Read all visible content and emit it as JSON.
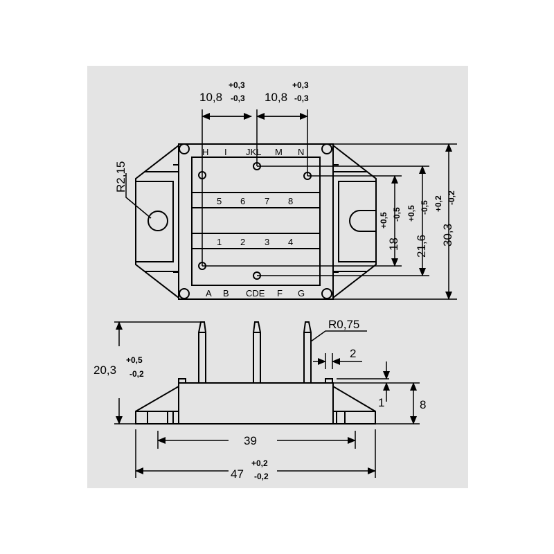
{
  "top_view": {
    "pin_letters_top": [
      "H",
      "I",
      "JKL",
      "M",
      "N"
    ],
    "pin_letters_bottom": [
      "A",
      "B",
      "CDE",
      "F",
      "G"
    ],
    "row_upper": [
      "5",
      "6",
      "7",
      "8"
    ],
    "row_lower": [
      "1",
      "2",
      "3",
      "4"
    ],
    "radius_label": "R2,15",
    "dim_pitch_1": {
      "value": "10,8",
      "plus": "+0,3",
      "minus": "-0,3"
    },
    "dim_pitch_2": {
      "value": "10,8",
      "plus": "+0,3",
      "minus": "-0,3"
    },
    "dim_18": {
      "value": "18",
      "plus": "+0,5",
      "minus": "-0,5"
    },
    "dim_21_6": {
      "value": "21,6",
      "plus": "+0,5",
      "minus": "-0,5"
    },
    "dim_30_3": {
      "value": "30,3",
      "plus": "+0,2",
      "minus": "-0,2"
    }
  },
  "side_view": {
    "dim_height": {
      "value": "20,3",
      "plus": "+0,5",
      "minus": "-0,2"
    },
    "pin_radius": "R0,75",
    "dim_2": "2",
    "dim_1": "1",
    "dim_8": "8",
    "dim_39": "39",
    "dim_47": {
      "value": "47",
      "plus": "+0,2",
      "minus": "-0,2"
    }
  }
}
